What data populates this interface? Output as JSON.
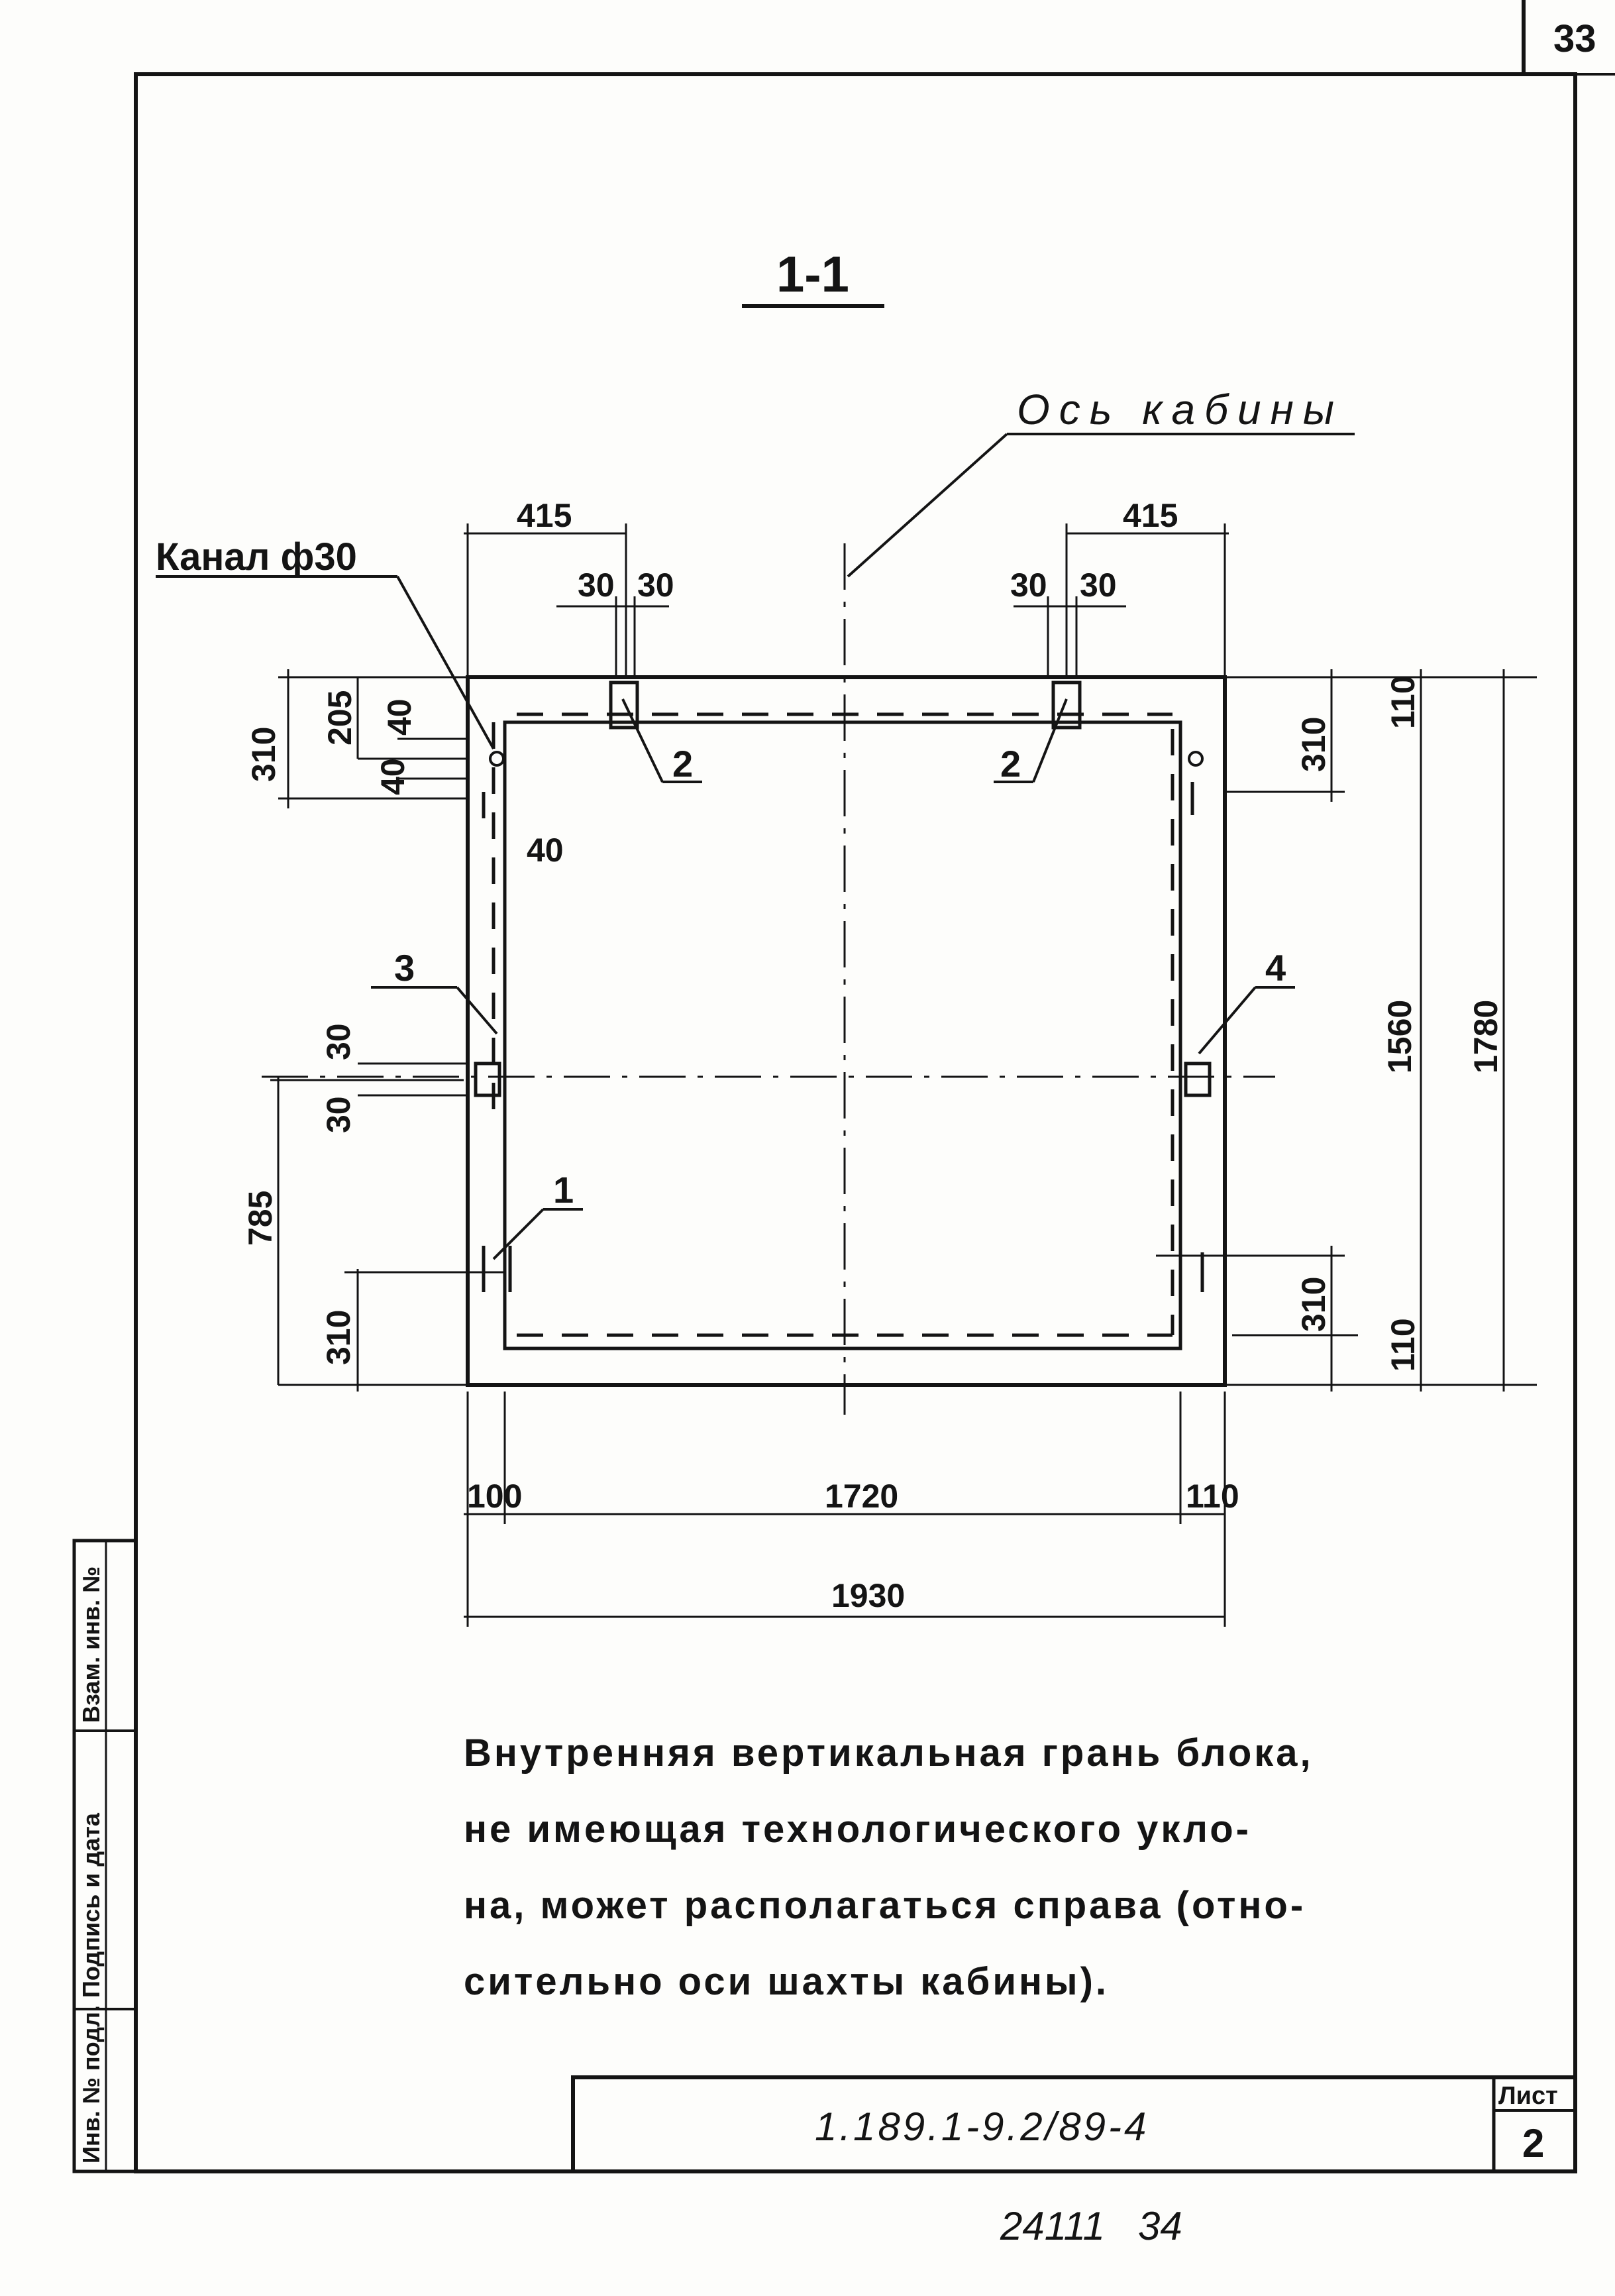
{
  "sheet_number": "33",
  "section_label": "1-1",
  "axis_label": "Ось кабины",
  "channel_label": "Канал ф30",
  "callouts": [
    "1",
    "2",
    "2",
    "3",
    "4"
  ],
  "dimensions": {
    "top_left_415": "415",
    "top_right_415": "415",
    "top_left_30a": "30",
    "top_left_30b": "30",
    "top_right_30a": "30",
    "top_right_30b": "30",
    "left_310_top": "310",
    "left_205": "205",
    "left_40a": "40",
    "left_40b": "40",
    "left_40c": "40",
    "left_30a": "30",
    "left_30b": "30",
    "left_785": "785",
    "left_310_bottom": "310",
    "right_310_top": "310",
    "right_110_top": "110",
    "right_1560": "1560",
    "right_1780": "1780",
    "right_310_bottom": "310",
    "right_110_bottom": "110",
    "bottom_100": "100",
    "bottom_1720": "1720",
    "bottom_110": "110",
    "bottom_1930": "1930"
  },
  "note_lines": [
    "Внутренняя вертикальная грань блока,",
    "не имеющая технологического укло-",
    "на, может располагаться справа (отно-",
    "сительно оси шахты кабины)."
  ],
  "side_stamp": {
    "col1": "Инв. № подл.",
    "col2": "Подпись и дата",
    "col3": "Взам. инв. №"
  },
  "title_block": {
    "code": "1.189.1-9.2/89-4",
    "sheet_label": "Лист",
    "sheet_value": "2"
  },
  "footer_number": "24111   34"
}
